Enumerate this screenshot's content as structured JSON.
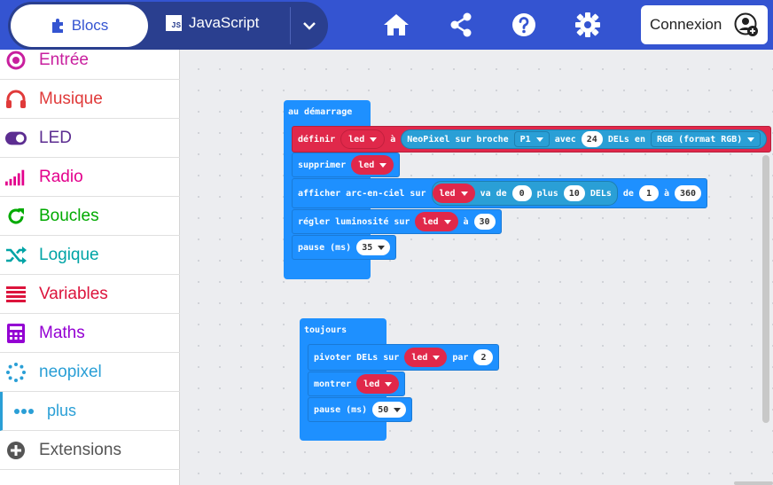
{
  "header": {
    "blocks_label": "Blocs",
    "js_label": "JavaScript",
    "login_label": "Connexion"
  },
  "sidebar": {
    "items": [
      {
        "label": "Entrée",
        "color": "#c81f9e"
      },
      {
        "label": "Musique",
        "color": "#e03a3a"
      },
      {
        "label": "LED",
        "color": "#5c2d91"
      },
      {
        "label": "Radio",
        "color": "#e3008c"
      },
      {
        "label": "Boucles",
        "color": "#00aa00"
      },
      {
        "label": "Logique",
        "color": "#00a4a6"
      },
      {
        "label": "Variables",
        "color": "#dc143c"
      },
      {
        "label": "Maths",
        "color": "#9400d3"
      },
      {
        "label": "neopixel",
        "color": "#2a9fd6"
      },
      {
        "label": "plus",
        "color": "#2a9fd6"
      },
      {
        "label": "Extensions",
        "color": "#555555"
      }
    ]
  },
  "workspace": {
    "start": {
      "hat": "au démarrage",
      "define": {
        "a": "définir",
        "var": "led",
        "b": "à",
        "neo": "NeoPixel sur broche",
        "pin": "P1",
        "c": "avec",
        "count": "24",
        "d": "DELs en",
        "mode": "RGB (format RGB)"
      },
      "clear": {
        "a": "supprimer",
        "var": "led"
      },
      "rainbow": {
        "a": "afficher arc-en-ciel sur",
        "var": "led",
        "b": "va de",
        "v1": "0",
        "c": "plus",
        "v2": "10",
        "d": "DELs",
        "e": "de",
        "v3": "1",
        "f": "à",
        "v4": "360"
      },
      "bright": {
        "a": "régler luminosité sur",
        "var": "led",
        "b": "à",
        "v": "30"
      },
      "pause": {
        "a": "pause (ms)",
        "v": "35"
      }
    },
    "forever": {
      "hat": "toujours",
      "rotate": {
        "a": "pivoter DELs sur",
        "var": "led",
        "b": "par",
        "v": "2"
      },
      "show": {
        "a": "montrer",
        "var": "led"
      },
      "pause": {
        "a": "pause (ms)",
        "v": "50"
      }
    }
  }
}
